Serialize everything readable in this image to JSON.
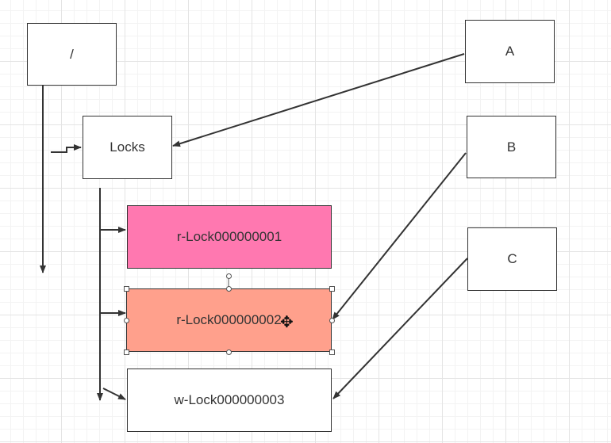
{
  "nodes": {
    "root": {
      "label": "/"
    },
    "locks": {
      "label": "Locks"
    },
    "a": {
      "label": "A"
    },
    "b": {
      "label": "B"
    },
    "c": {
      "label": "C"
    },
    "r1": {
      "label": "r-Lock000000001",
      "fill": "#ff78b0"
    },
    "r2": {
      "label": "r-Lock000000002",
      "fill": "#ffa08c"
    },
    "w3": {
      "label": "w-Lock000000003",
      "fill": "#ffffff"
    }
  },
  "selection": {
    "node": "r2",
    "cursor_icon": "move-cursor-icon"
  },
  "colors": {
    "stroke": "#333333",
    "grid": "#e4e4e4"
  }
}
